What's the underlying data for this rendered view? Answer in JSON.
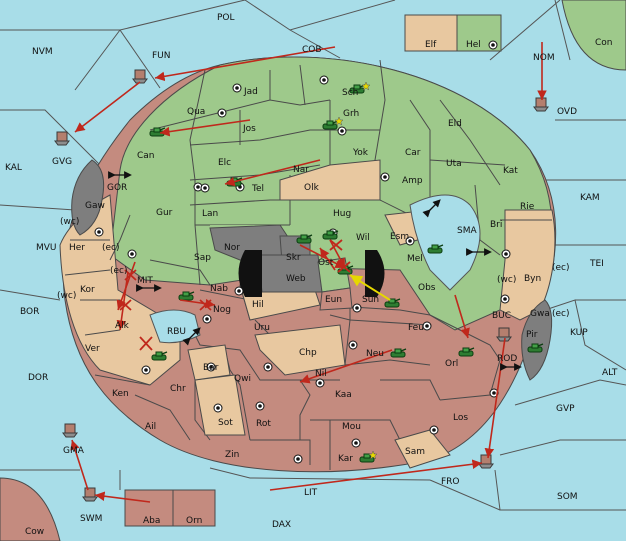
{
  "colors": {
    "sea": "#a8dde8",
    "green": "#9ec98b",
    "tan": "#e8c8a0",
    "rose": "#c48b7f",
    "grey": "#7e7e7e",
    "black": "#111111",
    "arrow": "#c0281c",
    "support": "#e6d800"
  },
  "labels": {
    "POL": "POL",
    "NVM": "NVM",
    "FUN": "FUN",
    "COB": "COB",
    "Elf": "Elf",
    "Hel": "Hel",
    "Con": "Con",
    "NOM": "NOM",
    "OVD": "OVD",
    "Jad": "Jad",
    "Sch": "Sch",
    "Qua": "Qua",
    "Grh": "Grh",
    "Jos": "Jos",
    "Eld": "Eld",
    "Can": "Can",
    "Yok": "Yok",
    "Car": "Car",
    "GVG": "GVG",
    "KAL": "KAL",
    "Elc": "Elc",
    "Nar": "Nar",
    "Uta": "Uta",
    "Kat": "Kat",
    "Tel": "Tel",
    "Olk": "Olk",
    "Amp": "Amp",
    "GOR": "GOR",
    "Gaw": "Gaw",
    "Gur": "Gur",
    "Lan": "Lan",
    "Hug": "Hug",
    "Bri": "Bri",
    "Rie": "Rie",
    "KAM": "KAM",
    "wc": "(wc)",
    "ec": "(ec)",
    "MVU": "MVU",
    "Her": "Her",
    "Nor": "Nor",
    "Skr": "Skr",
    "Wil": "Wil",
    "Esm": "Esm",
    "SMA": "SMA",
    "Sap": "Sap",
    "Web": "Web",
    "Ost": "Ost",
    "Mel": "Mel",
    "TEI": "TEI",
    "MIT": "MIT",
    "Kor": "Kor",
    "Byn": "Byn",
    "Nab": "Nab",
    "Eun": "Eun",
    "Sun": "Sun",
    "Obs": "Obs",
    "Gwa": "Gwa",
    "BOR": "BOR",
    "Hil": "Hil",
    "Nog": "Nog",
    "Alk": "Alk",
    "Uru": "Uru",
    "Feu": "Feu",
    "BUC": "BUC",
    "Pir": "Pir",
    "KUP": "KUP",
    "RBU": "RBU",
    "Ver": "Ver",
    "Chp": "Chp",
    "ROD": "ROD",
    "DOR": "DOR",
    "Bar": "Bar",
    "Neu": "Neu",
    "Orl": "Orl",
    "ALT": "ALT",
    "Chr": "Chr",
    "Qwi": "Qwi",
    "Nil": "Nil",
    "Ken": "Ken",
    "Kaa": "Kaa",
    "GVP": "GVP",
    "Sot": "Sot",
    "Rot": "Rot",
    "Los": "Los",
    "Ail": "Ail",
    "Mou": "Mou",
    "GMA": "GMA",
    "Zin": "Zin",
    "Sam": "Sam",
    "Kar": "Kar",
    "FRO": "FRO",
    "SOM": "SOM",
    "LIT": "LIT",
    "SWM": "SWM",
    "Aba": "Aba",
    "Orn": "Orn",
    "Cow": "Cow",
    "DAX": "DAX"
  }
}
